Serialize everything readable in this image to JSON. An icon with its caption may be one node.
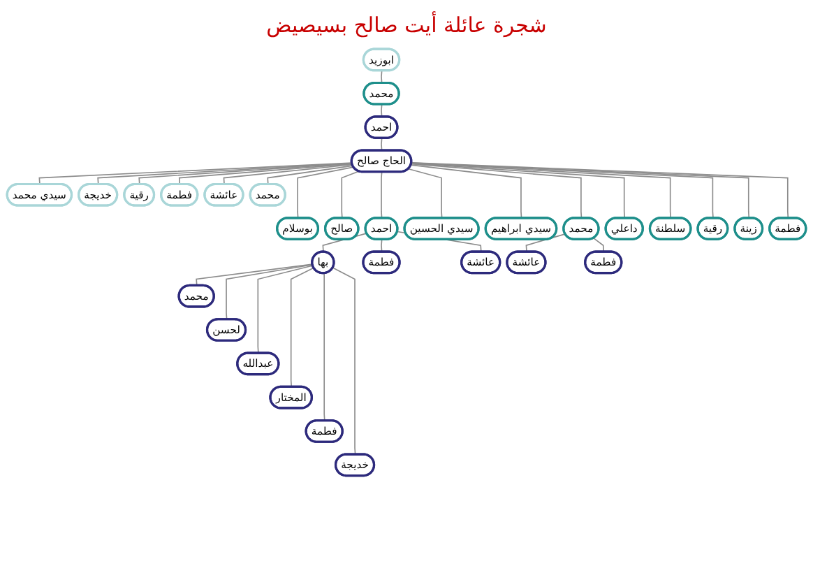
{
  "diagram": {
    "title": "شجرة عائلة أيت صالح بسيصيض",
    "nodes": [
      {
        "text": [
          "ابوزيد"
        ]
      },
      {
        "text": [
          "محمد"
        ]
      },
      {
        "text": [
          "احمد"
        ]
      },
      {
        "text": [
          "الحاج صالح"
        ]
      },
      {
        "text": [
          "سيدي محمد"
        ]
      },
      {
        "text": [
          "خديجة"
        ]
      },
      {
        "text": [
          "رقية"
        ]
      },
      {
        "text": [
          "فطمة"
        ]
      },
      {
        "text": [
          "عائشة"
        ]
      },
      {
        "text": [
          "محمد"
        ]
      },
      {
        "text": [
          "بوسلام"
        ]
      },
      {
        "text": [
          "صالح"
        ]
      },
      {
        "text": [
          "احمد"
        ]
      },
      {
        "text": [
          "سيدي الحسين"
        ]
      },
      {
        "text": [
          "سيدي ابراهيم"
        ]
      },
      {
        "text": [
          "محمد"
        ]
      },
      {
        "text": [
          "داعلي"
        ]
      },
      {
        "text": [
          "سلطنة"
        ]
      },
      {
        "text": [
          "رقية"
        ]
      },
      {
        "text": [
          "زينة"
        ]
      },
      {
        "text": [
          "فطمة"
        ]
      },
      {
        "text": [
          "بها"
        ]
      },
      {
        "text": [
          "فطمة"
        ]
      },
      {
        "text": [
          "عائشة"
        ]
      },
      {
        "text": [
          "عائشة"
        ]
      },
      {
        "text": [
          "فطمة"
        ]
      },
      {
        "text": [
          "محمد"
        ]
      },
      {
        "text": [
          "لحسن"
        ]
      },
      {
        "text": [
          "عبدالله"
        ]
      },
      {
        "text": [
          "المختار"
        ]
      },
      {
        "text": [
          "فطمة"
        ]
      },
      {
        "text": [
          "خديجة"
        ]
      }
    ],
    "edges": [
      {
        "from": 0,
        "to": 1,
        "arrow": "none"
      },
      {
        "from": 1,
        "to": 2,
        "arrow": "none"
      },
      {
        "from": 2,
        "to": 3,
        "arrow": "none"
      },
      {
        "from": 3,
        "to": 4,
        "arrow": "none"
      },
      {
        "from": 3,
        "to": 5,
        "arrow": "none"
      },
      {
        "from": 3,
        "to": 6,
        "arrow": "none"
      },
      {
        "from": 3,
        "to": 7,
        "arrow": "none"
      },
      {
        "from": 3,
        "to": 8,
        "arrow": "none"
      },
      {
        "from": 3,
        "to": 9,
        "arrow": "none"
      },
      {
        "from": 3,
        "to": 10,
        "arrow": "none"
      },
      {
        "from": 3,
        "to": 11,
        "arrow": "none"
      },
      {
        "from": 3,
        "to": 12,
        "arrow": "none"
      },
      {
        "from": 3,
        "to": 13,
        "arrow": "none"
      },
      {
        "from": 3,
        "to": 14,
        "arrow": "none"
      },
      {
        "from": 3,
        "to": 15,
        "arrow": "none"
      },
      {
        "from": 3,
        "to": 16,
        "arrow": "none"
      },
      {
        "from": 3,
        "to": 17,
        "arrow": "none"
      },
      {
        "from": 3,
        "to": 18,
        "arrow": "none"
      },
      {
        "from": 3,
        "to": 19,
        "arrow": "none"
      },
      {
        "from": 3,
        "to": 20,
        "arrow": "none"
      },
      {
        "from": 12,
        "to": 21,
        "arrow": "none"
      },
      {
        "from": 12,
        "to": 22,
        "arrow": "none"
      },
      {
        "from": 12,
        "to": 23,
        "arrow": "none"
      },
      {
        "from": 15,
        "to": 24,
        "arrow": "none"
      },
      {
        "from": 15,
        "to": 25,
        "arrow": "none"
      },
      {
        "from": 21,
        "to": 26,
        "arrow": "none"
      },
      {
        "from": 21,
        "to": 27,
        "arrow": "none"
      },
      {
        "from": 21,
        "to": 28,
        "arrow": "none"
      },
      {
        "from": 21,
        "to": 29,
        "arrow": "none"
      },
      {
        "from": 21,
        "to": 30,
        "arrow": "none"
      },
      {
        "from": 21,
        "to": 31,
        "arrow": "none"
      }
    ]
  }
}
